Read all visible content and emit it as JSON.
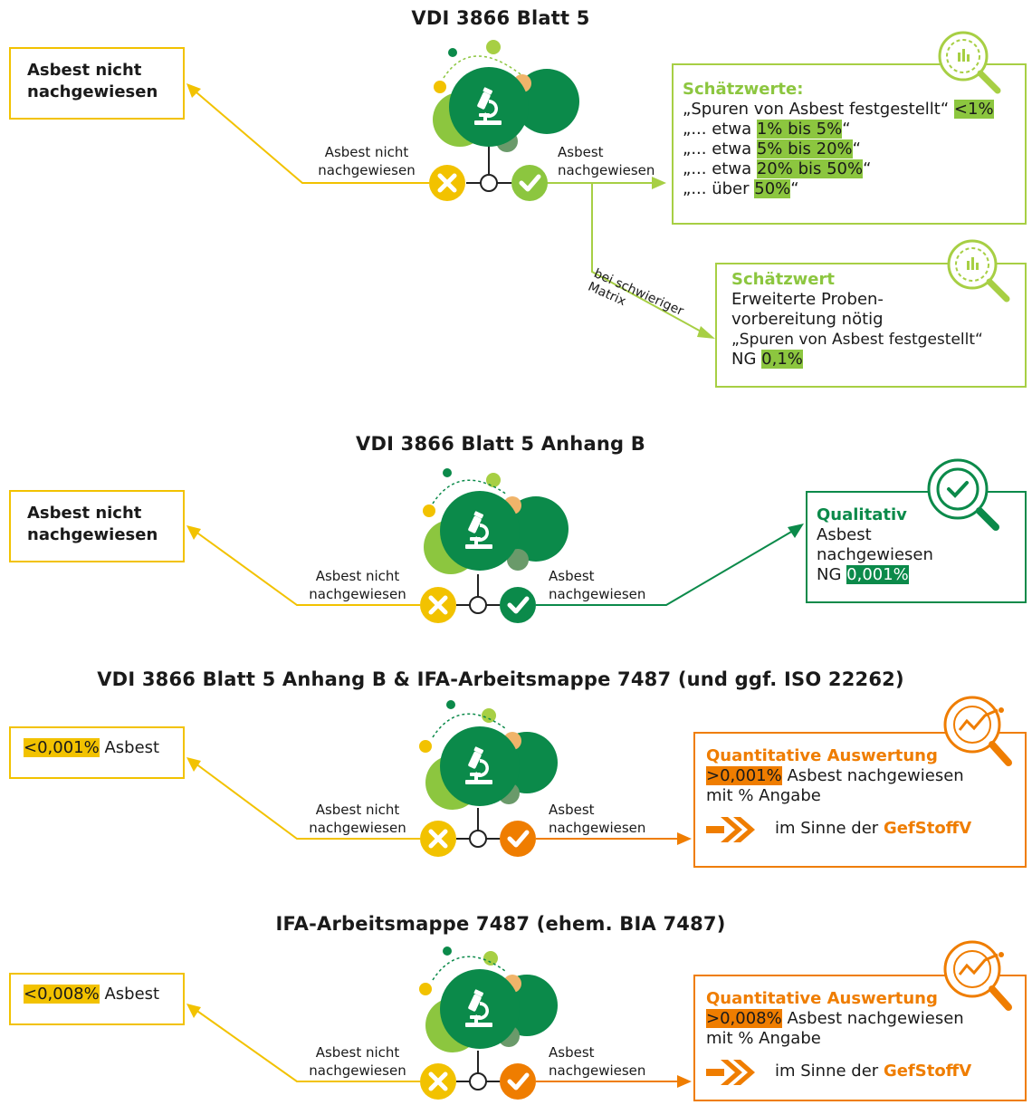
{
  "colors": {
    "yellow": "#f2c200",
    "lime": "#a7cf44",
    "lime_hl": "#8cc63f",
    "green": "#0b8a4a",
    "orange": "#ef7d00"
  },
  "icons": [
    "microscope-icon",
    "cross-icon",
    "check-icon",
    "magnifier-chart-icon",
    "magnifier-check-icon",
    "magnifier-trend-icon",
    "double-arrow-icon"
  ],
  "s1": {
    "title": "VDI 3866 Blatt 5",
    "left_box": "Asbest nicht nachgewiesen",
    "label_negative": "Asbest nicht nachgewiesen",
    "label_positive": "Asbest nachgewiesen",
    "label_matrix": "bei schwieriger Matrix",
    "estimates": {
      "heading": "Schätzwerte:",
      "l1_pre": "„Spuren von Asbest festgestellt“",
      "l1_hl": "<1%",
      "l2_pre": "„... etwa",
      "l2_hl": "1% bis 5%",
      "l2_post": "“",
      "l3_pre": "„... etwa",
      "l3_hl": "5% bis 20%",
      "l3_post": "“",
      "l4_pre": "„... etwa",
      "l4_hl": "20% bis 50%",
      "l4_post": "“",
      "l5_pre": "„... über",
      "l5_hl": "50%",
      "l5_post": "“"
    },
    "estimate": {
      "heading": "Schätzwert",
      "line1": "Erweiterte Proben-",
      "line2": "vorbereitung nötig",
      "line3": "„Spuren von Asbest festgestellt“",
      "ng_label": "NG",
      "ng_value": "0,1%"
    }
  },
  "s2": {
    "title": "VDI 3866 Blatt 5 Anhang B",
    "left_box": "Asbest nicht nachgewiesen",
    "label_negative": "Asbest nicht nachgewiesen",
    "label_positive": "Asbest nachgewiesen",
    "qual": {
      "heading": "Qualitativ",
      "line1": "Asbest",
      "line2": "nachgewiesen",
      "ng_label": "NG",
      "ng_value": "0,001%"
    }
  },
  "s3": {
    "title": "VDI 3866 Blatt 5 Anhang B & IFA-Arbeitsmappe 7487 (und ggf. ISO 22262)",
    "left_hl": "<0,001%",
    "left_text": "Asbest",
    "label_negative": "Asbest nicht nachgewiesen",
    "label_positive": "Asbest nachgewiesen",
    "quant": {
      "heading": "Quantitative Auswertung",
      "hl": ">0,001%",
      "line1": "Asbest nachgewiesen",
      "line2": "mit % Angabe",
      "sense_pre": "im Sinne der",
      "sense_hl": "GefStoffV"
    }
  },
  "s4": {
    "title": "IFA-Arbeitsmappe 7487 (ehem. BIA 7487)",
    "left_hl": "<0,008%",
    "left_text": "Asbest",
    "label_negative": "Asbest nicht nachgewiesen",
    "label_positive": "Asbest nachgewiesen",
    "quant": {
      "heading": "Quantitative Auswertung",
      "hl": ">0,008%",
      "line1": "Asbest nachgewiesen",
      "line2": "mit % Angabe",
      "sense_pre": "im Sinne der",
      "sense_hl": "GefStoffV"
    }
  }
}
